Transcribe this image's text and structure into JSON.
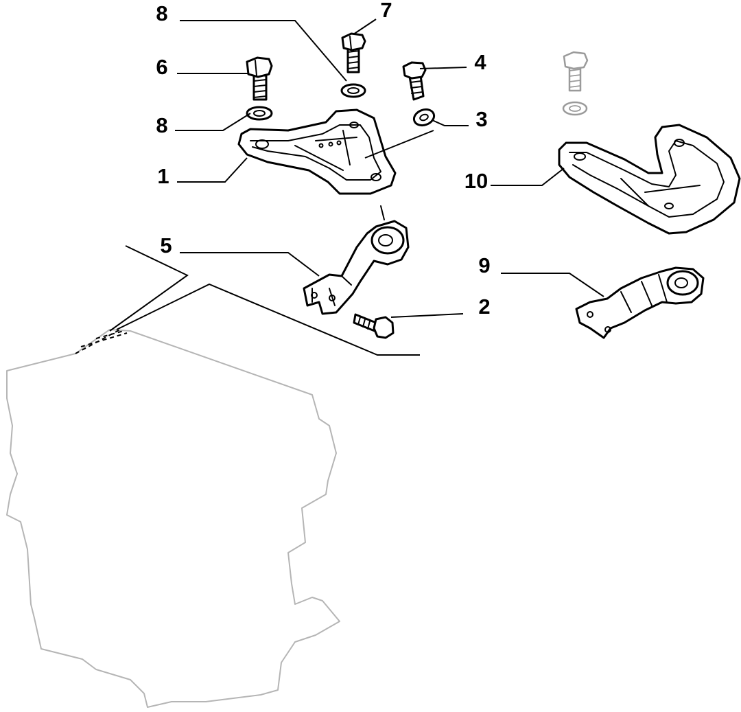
{
  "diagram": {
    "callouts": [
      {
        "id": "c1",
        "label": "1",
        "part": "engine-mount-bracket"
      },
      {
        "id": "c2",
        "label": "2",
        "part": "flange-bolt"
      },
      {
        "id": "c3",
        "label": "3",
        "part": "washer"
      },
      {
        "id": "c4",
        "label": "4",
        "part": "bolt"
      },
      {
        "id": "c5",
        "label": "5",
        "part": "torque-rod"
      },
      {
        "id": "c6",
        "label": "6",
        "part": "bolt"
      },
      {
        "id": "c7",
        "label": "7",
        "part": "bolt"
      },
      {
        "id": "c8a",
        "label": "8",
        "part": "washer"
      },
      {
        "id": "c8b",
        "label": "8",
        "part": "washer"
      },
      {
        "id": "c9",
        "label": "9",
        "part": "torque-rod-alt"
      },
      {
        "id": "c10",
        "label": "10",
        "part": "mount-bracket-alt"
      }
    ]
  }
}
